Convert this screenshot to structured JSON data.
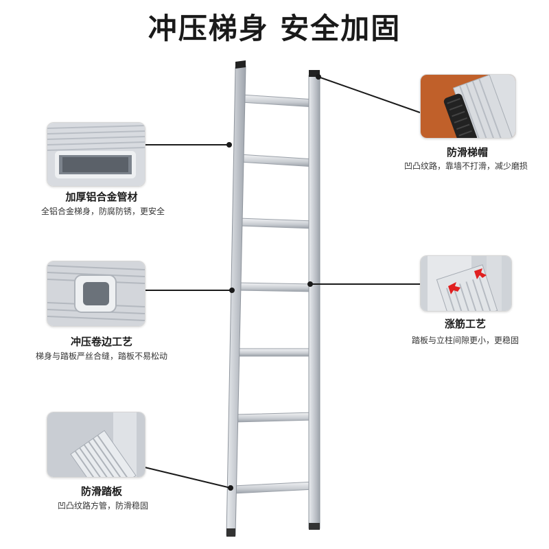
{
  "headline": "冲压梯身 安全加固",
  "features": {
    "tube": {
      "title": "加厚铝合金管材",
      "desc": "全铝合金梯身，防腐防锈，更安全"
    },
    "stamping": {
      "title": "冲压卷边工艺",
      "desc": "梯身与踏板严丝合缝，踏板不易松动"
    },
    "tread": {
      "title": "防滑踏板",
      "desc": "凹凸纹路方管，防滑稳固"
    },
    "cap": {
      "title": "防滑梯帽",
      "desc": "凹凸纹路，靠墙不打滑，减少磨损"
    },
    "expansion": {
      "title": "涨筋工艺",
      "desc": "踏板与立柱间隙更小，更稳固"
    }
  },
  "colors": {
    "aluminum": "#cfd3d8",
    "aluminum_dark": "#9aa0a8",
    "leader": "#1a1a1a",
    "arrow": "#e02020",
    "orange_bg": "#c0602a",
    "cap_black": "#222222"
  },
  "ladder": {
    "rungs": 7
  }
}
